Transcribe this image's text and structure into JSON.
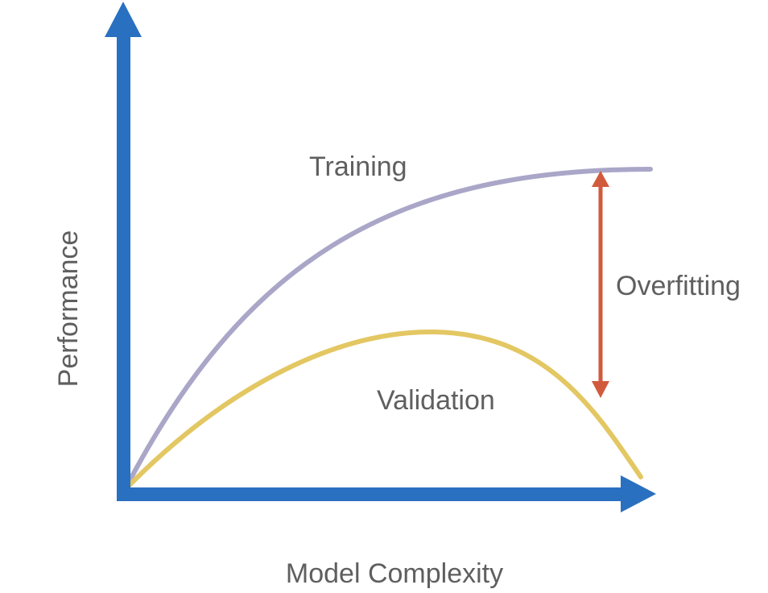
{
  "diagram": {
    "axes": {
      "x_title": "Model Complexity",
      "y_title": "Performance",
      "color": "#2a70c0"
    },
    "curves": {
      "training": {
        "label": "Training",
        "color": "#aaa6c8"
      },
      "validation": {
        "label": "Validation",
        "color": "#e3c762"
      }
    },
    "gap": {
      "label": "Overfitting",
      "color": "#d25a3c"
    },
    "text_color": "#5f5f5f"
  }
}
